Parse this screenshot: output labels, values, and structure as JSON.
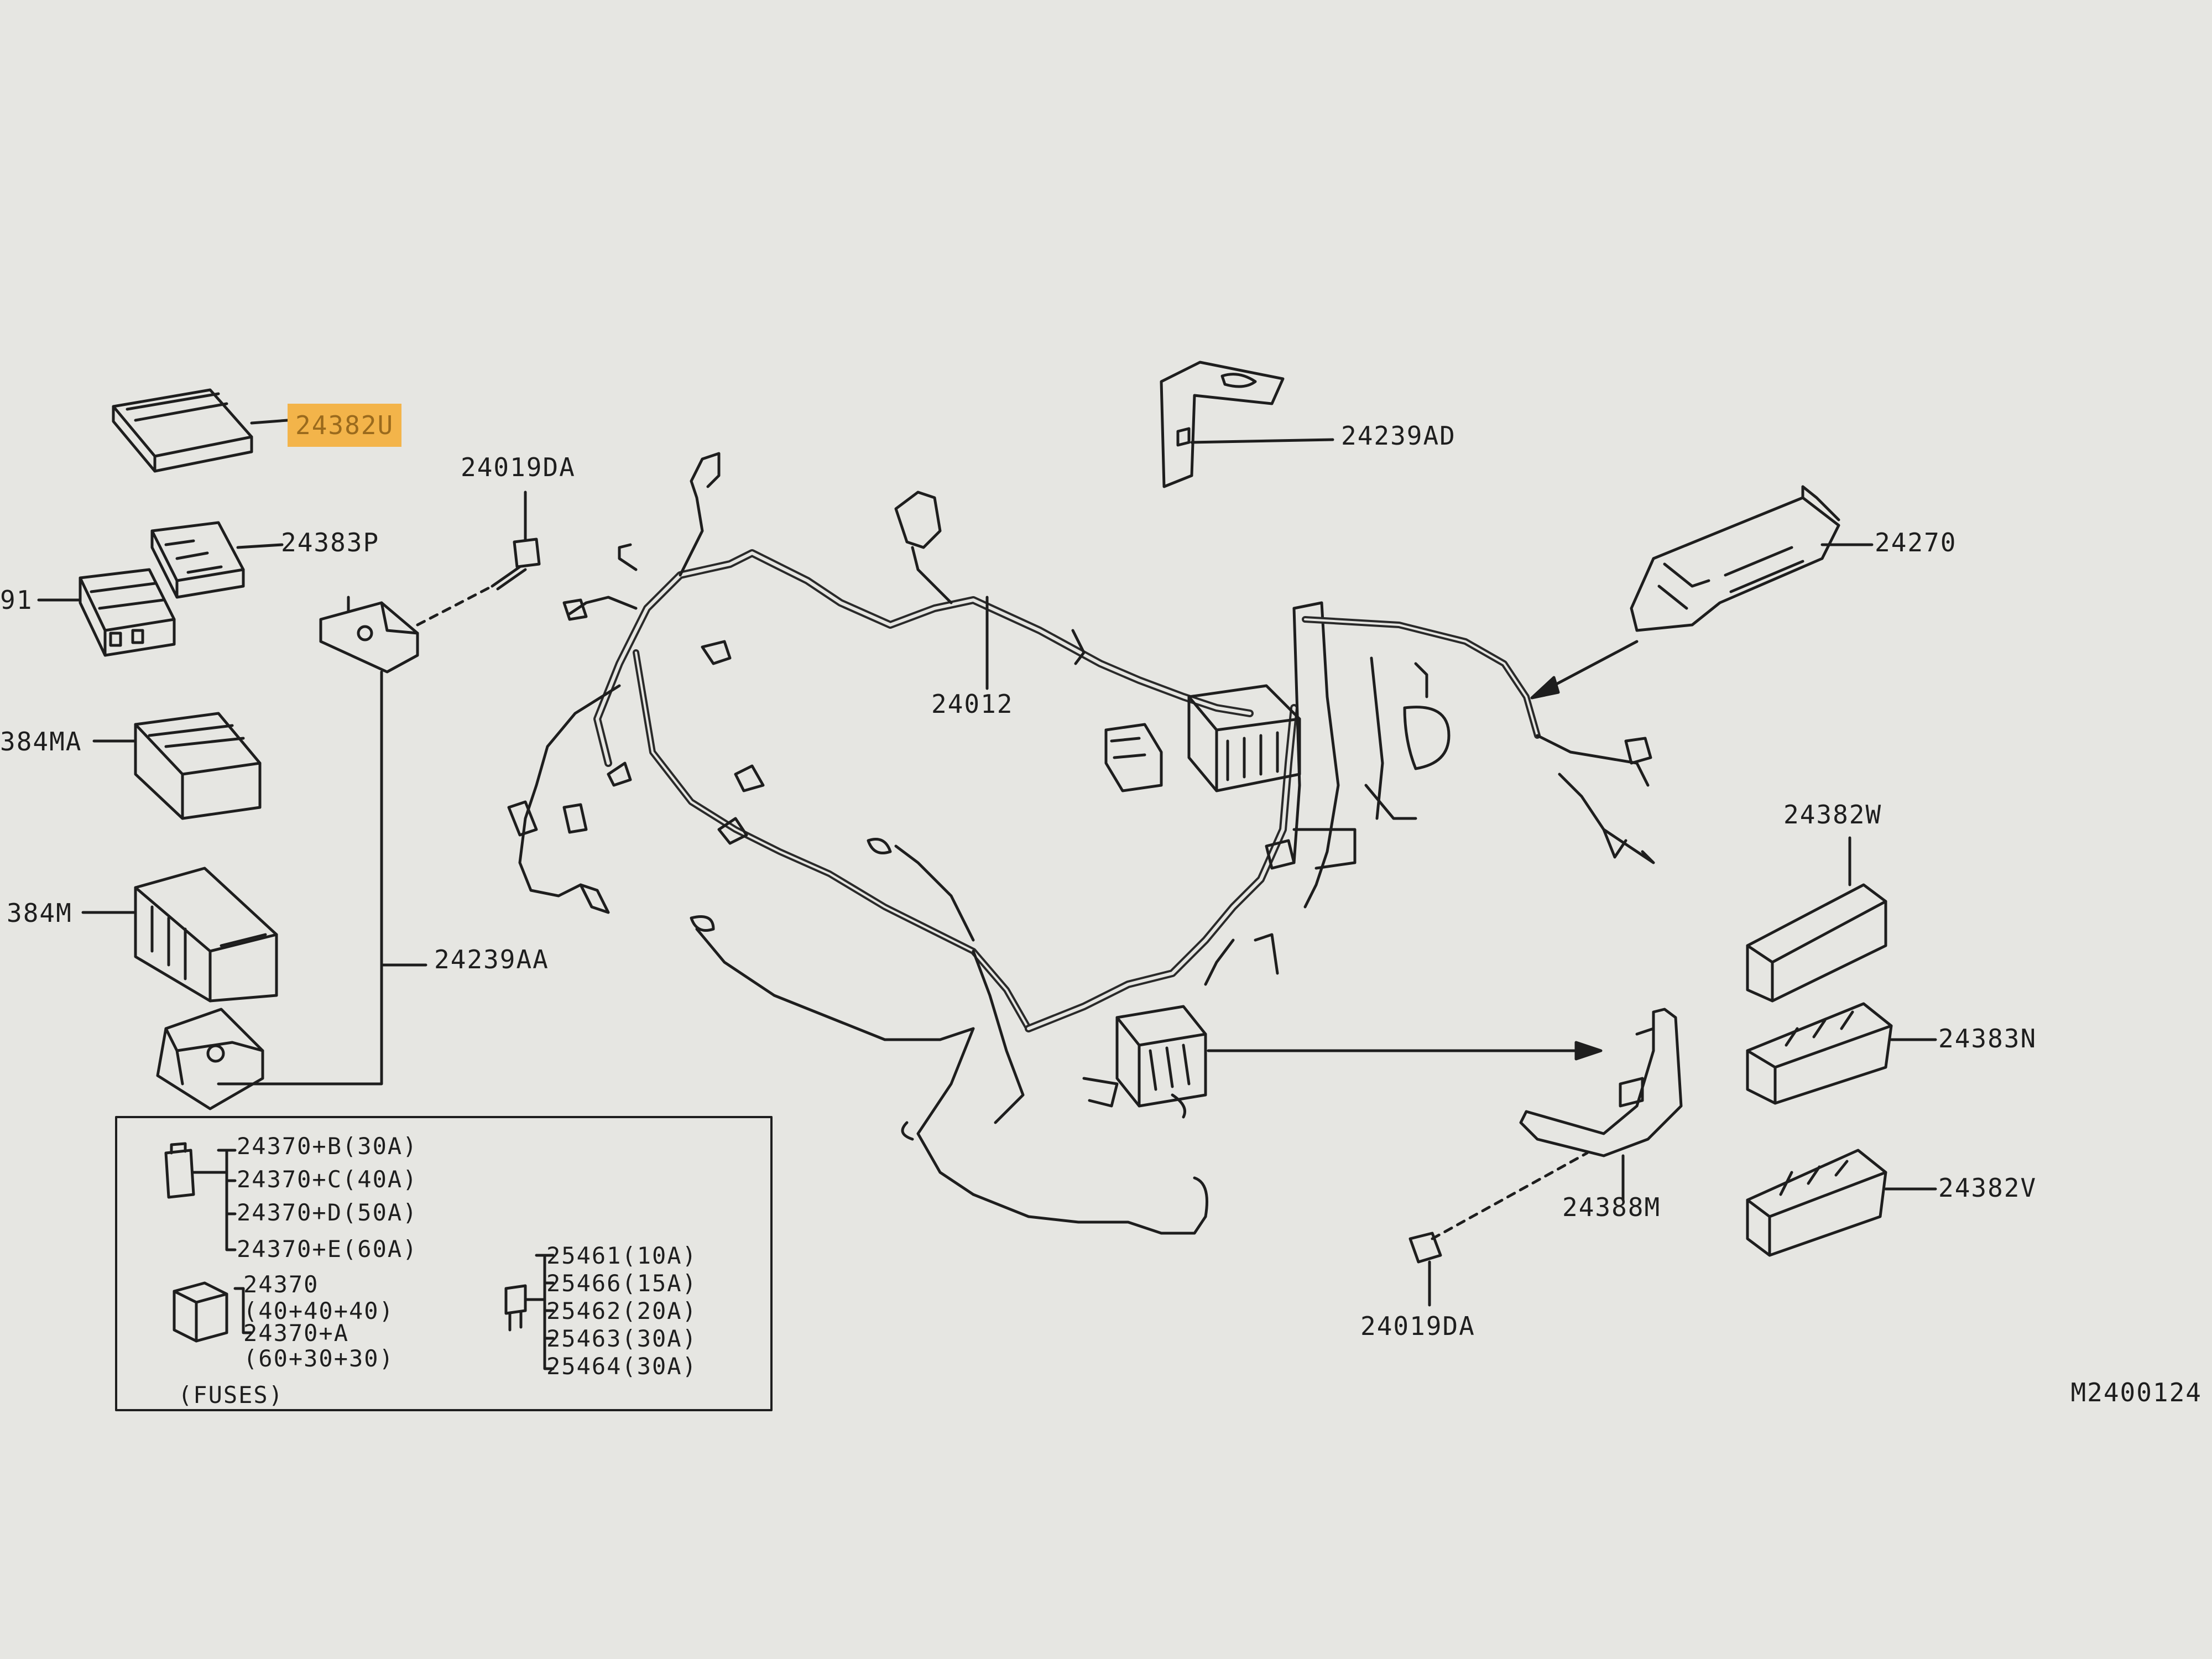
{
  "diagram": {
    "drawing_code": "M2400124",
    "fuses_box_title": "(FUSES)",
    "colors": {
      "background": "#e6e6e2",
      "ink": "#1e1e1e",
      "highlight": "#f3b44a"
    },
    "part_labels": {
      "p24382U": "24382U",
      "p24383P": "24383P",
      "p24391_cut": "91",
      "p24384MA_cut": "384MA",
      "p24384M_cut": "384M",
      "p24019DA_top": "24019DA",
      "p24239AA": "24239AA",
      "p24012": "24012",
      "p24239AD": "24239AD",
      "p24270": "24270",
      "p24382W": "24382W",
      "p24383N": "24383N",
      "p24382V": "24382V",
      "p24388M": "24388M",
      "p24019DA_bottom": "24019DA"
    },
    "fuse_groups": {
      "slow_blow": [
        "24370+B(30A)",
        "24370+C(40A)",
        "24370+D(50A)",
        "24370+E(60A)"
      ],
      "multi": [
        "24370",
        "(40+40+40)",
        "24370+A",
        "(60+30+30)"
      ],
      "mini": [
        "25461(10A)",
        "25466(15A)",
        "25462(20A)",
        "25463(30A)",
        "25464(30A)"
      ]
    }
  }
}
